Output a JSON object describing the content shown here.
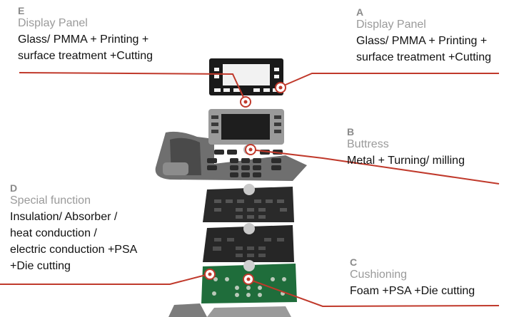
{
  "accent_color": "#c0392b",
  "callouts": {
    "e": {
      "letter": "E",
      "title": "Display Panel",
      "lines": [
        "Glass/ PMMA + Printing +",
        "surface treatment +Cutting"
      ]
    },
    "a": {
      "letter": "A",
      "title": "Display Panel",
      "lines": [
        "Glass/ PMMA + Printing +",
        "surface treatment +Cutting"
      ]
    },
    "b": {
      "letter": "B",
      "title": "Buttress",
      "lines": [
        "Metal + Turning/ milling"
      ]
    },
    "d": {
      "letter": "D",
      "title": "Special function",
      "lines": [
        "Insulation/ Absorber /",
        "heat conduction /",
        "electric conduction +PSA",
        "+Die cutting"
      ]
    },
    "c": {
      "letter": "C",
      "title": "Cushioning",
      "lines": [
        "Foam +PSA +Die cutting"
      ]
    }
  }
}
